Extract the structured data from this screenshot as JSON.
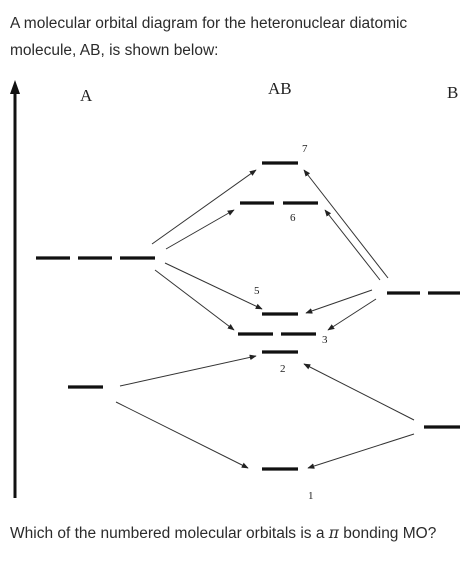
{
  "intro_text": "A molecular orbital diagram for the heteronuclear diatomic molecule, AB, is shown below:",
  "diagram": {
    "label_a": "A",
    "label_ab": "AB",
    "label_b": "B",
    "mo_numbers": [
      "1",
      "2",
      "3",
      "5",
      "6",
      "7"
    ]
  },
  "question": {
    "prefix": "Which of the numbered molecular orbitals is a",
    "symbol": "π",
    "suffix": "bonding MO?"
  }
}
